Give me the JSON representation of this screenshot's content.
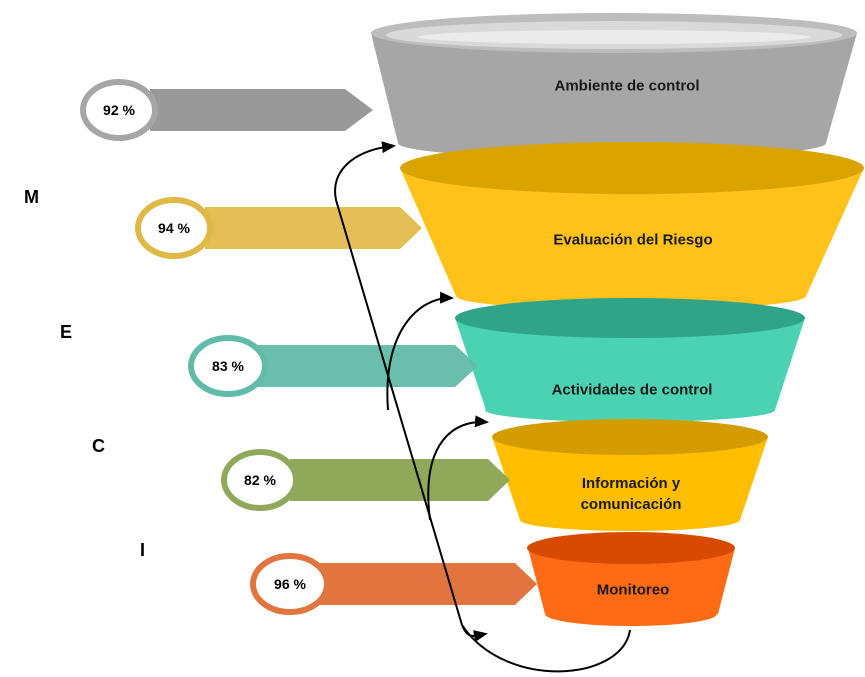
{
  "side_letters": [
    "M",
    "E",
    "C",
    "I"
  ],
  "stages": [
    {
      "label": "Ambiente de control",
      "percent": "92 %",
      "color": "#a6a6a6",
      "arrow_color": "#999999"
    },
    {
      "label": "Evaluación del Riesgo",
      "percent": "94 %",
      "color": "#ffc21a",
      "arrow_color": "#e0b847"
    },
    {
      "label": "Actividades de control",
      "percent": "83 %",
      "color": "#4bd2b2",
      "arrow_color": "#62bba8"
    },
    {
      "label": "Información y\ncomunicación",
      "percent": "82 %",
      "color": "#ffbf00",
      "arrow_color": "#8fa85a"
    },
    {
      "label": "Monitoreo",
      "percent": "96 %",
      "color": "#ff6a14",
      "arrow_color": "#e07540"
    }
  ]
}
